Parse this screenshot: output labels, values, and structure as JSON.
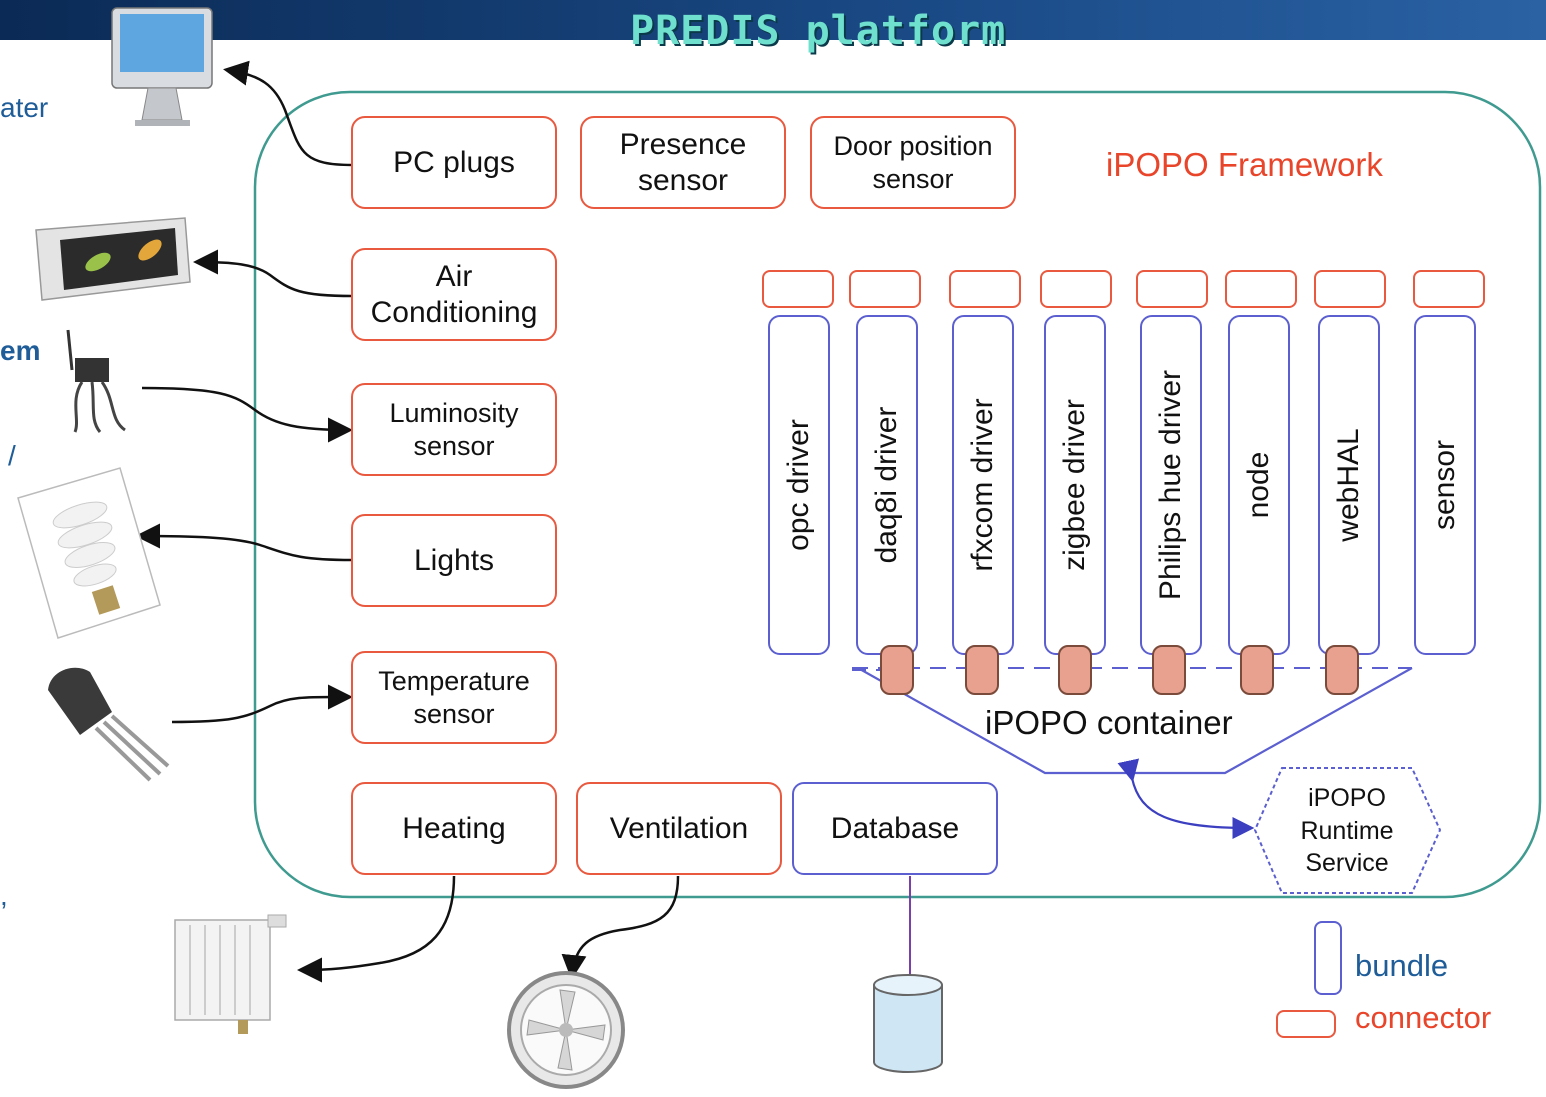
{
  "title": "PREDIS platform",
  "framework_label": "iPOPO Framework",
  "side_text": [
    "ater",
    "em",
    "/",
    ","
  ],
  "connectors_left": [
    {
      "label": "PC plugs"
    },
    {
      "label": "Air Conditioning"
    },
    {
      "label": "Luminosity sensor"
    },
    {
      "label": "Lights"
    },
    {
      "label": "Temperature sensor"
    }
  ],
  "connectors_top": [
    {
      "label": "Presence sensor"
    },
    {
      "label": "Door position sensor"
    }
  ],
  "connectors_bottom": [
    {
      "label": "Heating"
    },
    {
      "label": "Ventilation"
    }
  ],
  "database_label": "Database",
  "bundles": [
    "opc driver",
    "daq8i driver",
    "rfxcom driver",
    "zigbee driver",
    "Philips hue driver",
    "node",
    "webHAL",
    "sensor"
  ],
  "container_label": "iPOPO container",
  "runtime_label": "iPOPO Runtime Service",
  "legend": {
    "bundle": "bundle",
    "connector": "connector"
  },
  "devices": [
    "computer-monitor",
    "air-conditioner",
    "luminosity-sensor-device",
    "cfl-bulb",
    "temperature-sensor-transistor",
    "radiator",
    "ventilation-fan",
    "database-cylinder"
  ],
  "colors": {
    "connector": "#e8593f",
    "bundle": "#5b5fcf",
    "frame": "#3f9a8f",
    "banner": "#0b2a55",
    "title": "#6fe0ce",
    "framework_label": "#e8452a",
    "side_text": "#1f5d99"
  }
}
